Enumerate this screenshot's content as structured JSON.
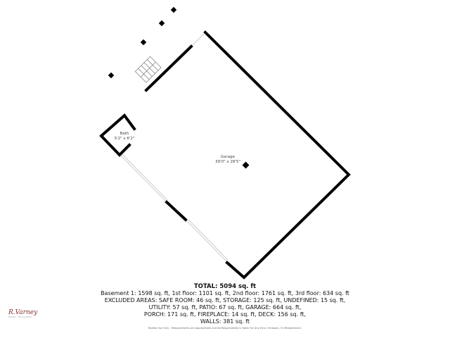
{
  "rooms": [
    {
      "name": "Bath",
      "dims": "5'2\" x 6'2\""
    },
    {
      "name": "Garage",
      "dims": "39'0\" x 28'5\""
    }
  ],
  "summary": {
    "total": "TOTAL: 5094 sq. ft",
    "lines": [
      "Basement 1: 1598 sq. ft, 1st floor: 1101 sq. ft, 2nd floor: 1761 sq. ft, 3rd floor: 634 sq. ft",
      "EXCLUDED AREAS: SAFE ROOM: 46 sq. ft, STORAGE: 125 sq. ft, UNDEFINED: 15 sq. ft,",
      "UTILITY: 57 sq. ft, PATIO: 67 sq. ft, GARAGE: 664 sq. ft,",
      "PORCH: 171 sq. ft, FIREPLACE: 14 sq. ft, DECK: 156 sq. ft,",
      "WALLS: 381 sq. ft"
    ]
  },
  "disclaimer": "Realtor Use Only - Measurements Are Approximate And No Responsibility Is Taken For Any Error, Omission, Or Misstatement.",
  "logo": {
    "name": "R.Varney",
    "tagline": "Realtor · Photography"
  },
  "colors": {
    "wall": "#000000",
    "logo": "#8b2e2e"
  }
}
